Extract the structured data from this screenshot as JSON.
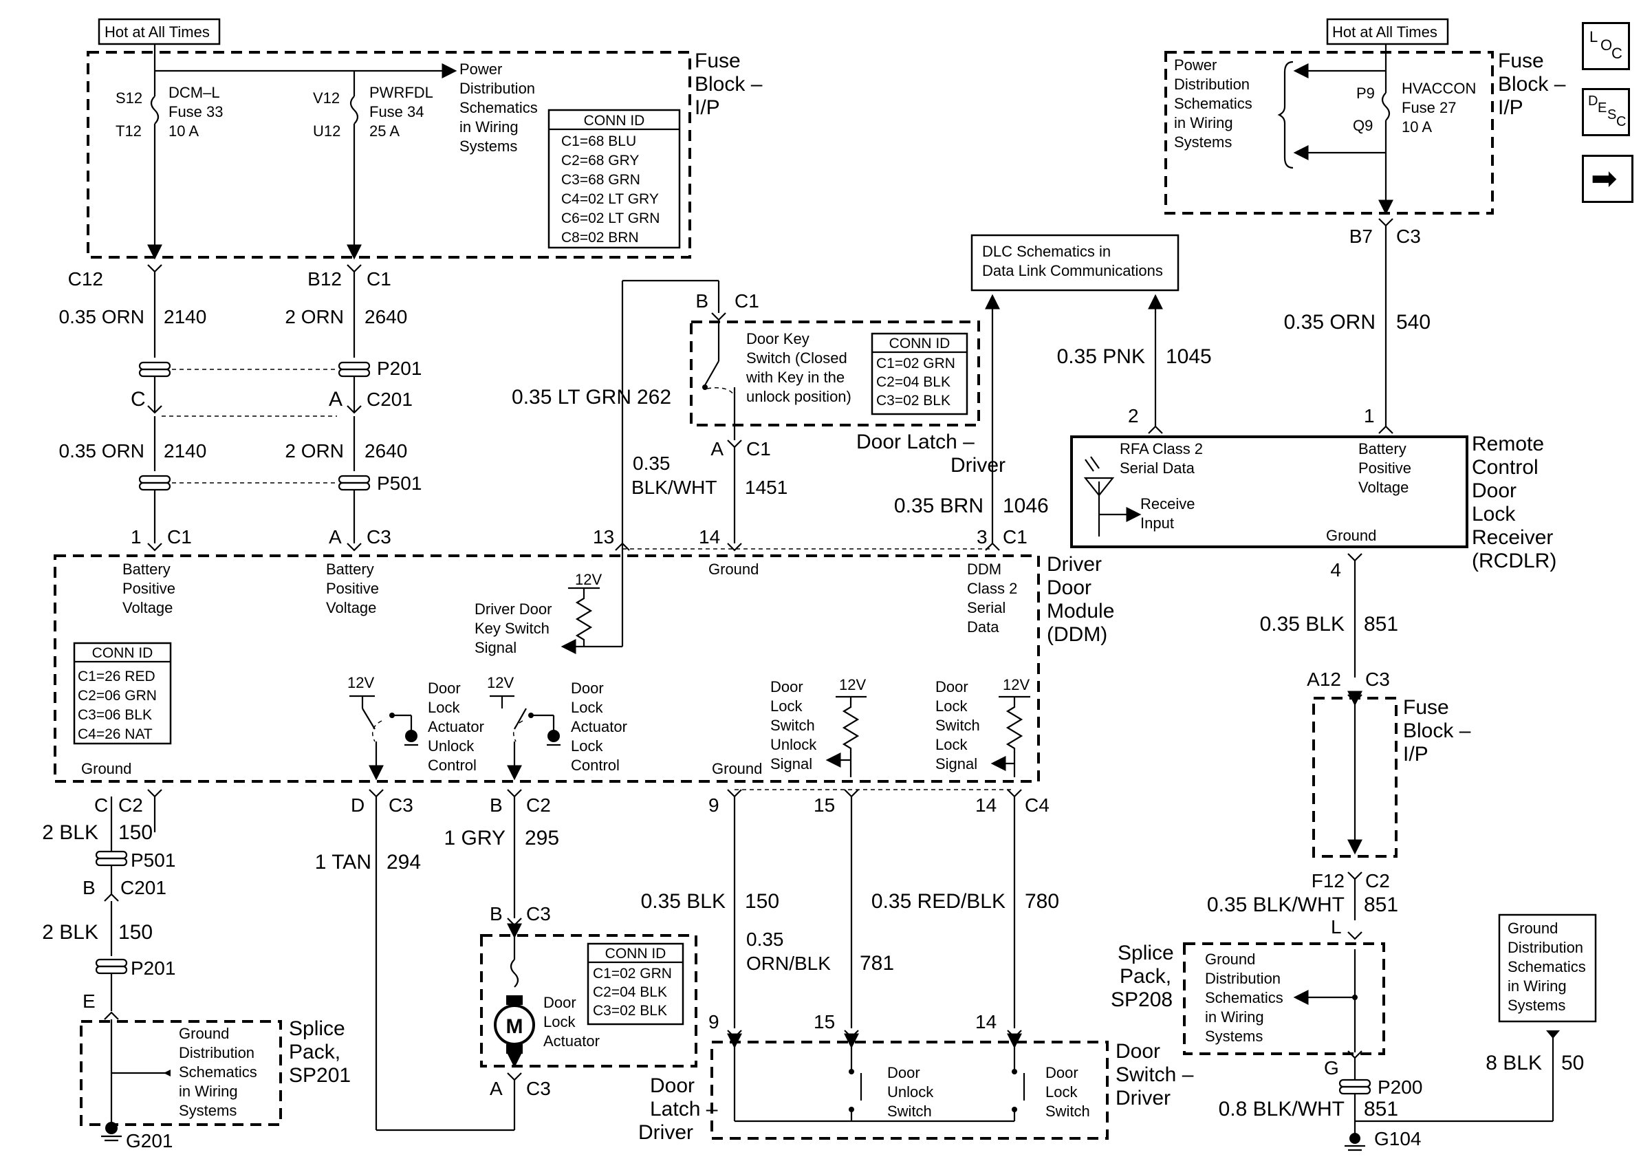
{
  "hot_labels": [
    "Hot at All Times",
    "Hot at All Times"
  ],
  "fuse_block_label": "Fuse Block – I/P",
  "left_fuses": {
    "fuse1": {
      "pin_top": "S12",
      "pin_bot": "T12",
      "name": "DCM–L",
      "num": "Fuse 33",
      "amp": "10 A"
    },
    "fuse2": {
      "pin_top": "V12",
      "pin_bot": "U12",
      "name": "PWRFDL",
      "num": "Fuse 34",
      "amp": "25 A"
    }
  },
  "power_dist_text": [
    "Power",
    "Distribution",
    "Schematics",
    "in Wiring",
    "Systems"
  ],
  "conn_left_top": {
    "title": "CONN ID",
    "rows": [
      "C1=68 BLU",
      "C2=68 GRY",
      "C3=68 GRN",
      "C4=02 LT GRY",
      "C6=02 LT GRN",
      "C8=02 BRN"
    ]
  },
  "conn_ddm": {
    "title": "CONN ID",
    "rows": [
      "C1=26 RED",
      "C2=06 GRN",
      "C3=06 BLK",
      "C4=26 NAT"
    ]
  },
  "conn_key": {
    "title": "CONN ID",
    "rows": [
      "C1=02 GRN",
      "C2=04 BLK",
      "C3=02 BLK"
    ]
  },
  "conn_actuator": {
    "title": "CONN ID",
    "rows": [
      "C1=02 GRN",
      "C2=04 BLK",
      "C3=02 BLK"
    ]
  },
  "right_fuse": {
    "pin_top": "P9",
    "pin_bot": "Q9",
    "name": "HVACCON",
    "num": "Fuse 27",
    "amp": "10 A"
  },
  "dlc_box": [
    "DLC Schematics in",
    "Data Link Communications"
  ],
  "wires": {
    "w2140": {
      "gauge": "0.35 ORN",
      "num": "2140"
    },
    "w2640": {
      "gauge": "2 ORN",
      "num": "2640"
    },
    "w262": {
      "gauge": "0.35 LT GRN",
      "num": "262"
    },
    "w1451a": "0.35",
    "w1451b": "BLK/WHT",
    "w1451n": "1451",
    "w1045": {
      "gauge": "0.35 PNK",
      "num": "1045"
    },
    "w1046": {
      "gauge": "0.35 BRN",
      "num": "1046"
    },
    "w540": {
      "gauge": "0.35 ORN",
      "num": "540"
    },
    "w851": {
      "gauge": "0.35 BLK",
      "num": "851"
    },
    "w150": {
      "gauge": "2 BLK",
      "num": "150"
    },
    "w294": {
      "gauge": "1 TAN",
      "num": "294"
    },
    "w295": {
      "gauge": "1 GRY",
      "num": "295"
    },
    "w150b": {
      "gauge": "0.35 BLK",
      "num": "150"
    },
    "w781a": "0.35",
    "w781b": "ORN/BLK",
    "w781n": "781",
    "w780": {
      "gauge": "0.35 RED/BLK",
      "num": "780"
    },
    "w851b": {
      "gauge": "0.35 BLK/WHT",
      "num": "851"
    },
    "w851c": {
      "gauge": "0.8 BLK/WHT",
      "num": "851"
    },
    "w50": {
      "gauge": "8 BLK",
      "num": "50"
    }
  },
  "conn_labels": {
    "c12": "C12",
    "b12": "B12",
    "c1": "C1",
    "p201": "P201",
    "c": "C",
    "a": "A",
    "c201": "C201",
    "p501": "P501",
    "one": "1",
    "c3": "C3",
    "b": "B",
    "thirteen": "13",
    "fourteen": "14",
    "three": "3",
    "two": "2",
    "four": "4",
    "b7": "B7",
    "a12": "A12",
    "f12": "F12",
    "c2": "C2",
    "l": "L",
    "g": "G",
    "p200": "P200",
    "g104": "G104",
    "d": "D",
    "e": "E",
    "g201": "G201",
    "nine": "9",
    "fifteen": "15",
    "c4": "C4"
  },
  "key_switch": {
    "text": [
      "Door Key",
      "Switch (Closed",
      "with Key in the",
      "unlock position)"
    ],
    "module": [
      "Door Latch –",
      "Driver"
    ]
  },
  "ddm": {
    "name": [
      "Driver",
      "Door",
      "Module",
      "(DDM)"
    ],
    "bpv1": [
      "Battery",
      "Positive",
      "Voltage"
    ],
    "bpv2": [
      "Battery",
      "Positive",
      "Voltage"
    ],
    "ground_top": "Ground",
    "serial": [
      "DDM",
      "Class 2",
      "Serial",
      "Data"
    ],
    "key_signal": [
      "Driver Door",
      "Key Switch",
      "Signal"
    ],
    "v12": "12V",
    "unlock_ctrl": [
      "Door",
      "Lock",
      "Actuator",
      "Unlock",
      "Control"
    ],
    "lock_ctrl": [
      "Door",
      "Lock",
      "Actuator",
      "Lock",
      "Control"
    ],
    "unlock_sig": [
      "Door",
      "Lock",
      "Switch",
      "Unlock",
      "Signal"
    ],
    "lock_sig": [
      "Door",
      "Lock",
      "Switch",
      "Lock",
      "Signal"
    ],
    "ground_left": "Ground",
    "ground_mid": "Ground"
  },
  "rcdlr": {
    "rfa": [
      "RFA Class 2",
      "Serial Data"
    ],
    "bpv": [
      "Battery",
      "Positive",
      "Voltage"
    ],
    "receive": [
      "Receive",
      "Input"
    ],
    "ground": "Ground",
    "name": [
      "Remote",
      "Control",
      "Door",
      "Lock",
      "Receiver",
      "(RCDLR)"
    ]
  },
  "fuse_block_right": [
    "Fuse",
    "Block –",
    "I/P"
  ],
  "actuator": {
    "motor": "M",
    "text": [
      "Door",
      "Lock",
      "Actuator"
    ]
  },
  "door_latch_bottom": [
    "Door",
    "Latch –",
    "Driver"
  ],
  "door_switch": {
    "unlock": [
      "Door",
      "Unlock",
      "Switch"
    ],
    "lock": [
      "Door",
      "Lock",
      "Switch"
    ],
    "name": [
      "Door",
      "Switch –",
      "Driver"
    ]
  },
  "splice_left": {
    "name": [
      "Splice",
      "Pack,",
      "SP201"
    ],
    "text": [
      "Ground",
      "Distribution",
      "Schematics",
      "in Wiring",
      "Systems"
    ]
  },
  "splice_right": {
    "name": [
      "Splice",
      "Pack,",
      "SP208"
    ],
    "text": [
      "Ground",
      "Distribution",
      "Schematics",
      "in Wiring",
      "Systems"
    ]
  },
  "ground_dist_box": [
    "Ground",
    "Distribution",
    "Schematics",
    "in Wiring",
    "Systems"
  ],
  "nav": {
    "loc": [
      "L",
      "O",
      "C"
    ],
    "desc": [
      "D",
      "E",
      "S",
      "C"
    ],
    "arrow": "➡"
  }
}
